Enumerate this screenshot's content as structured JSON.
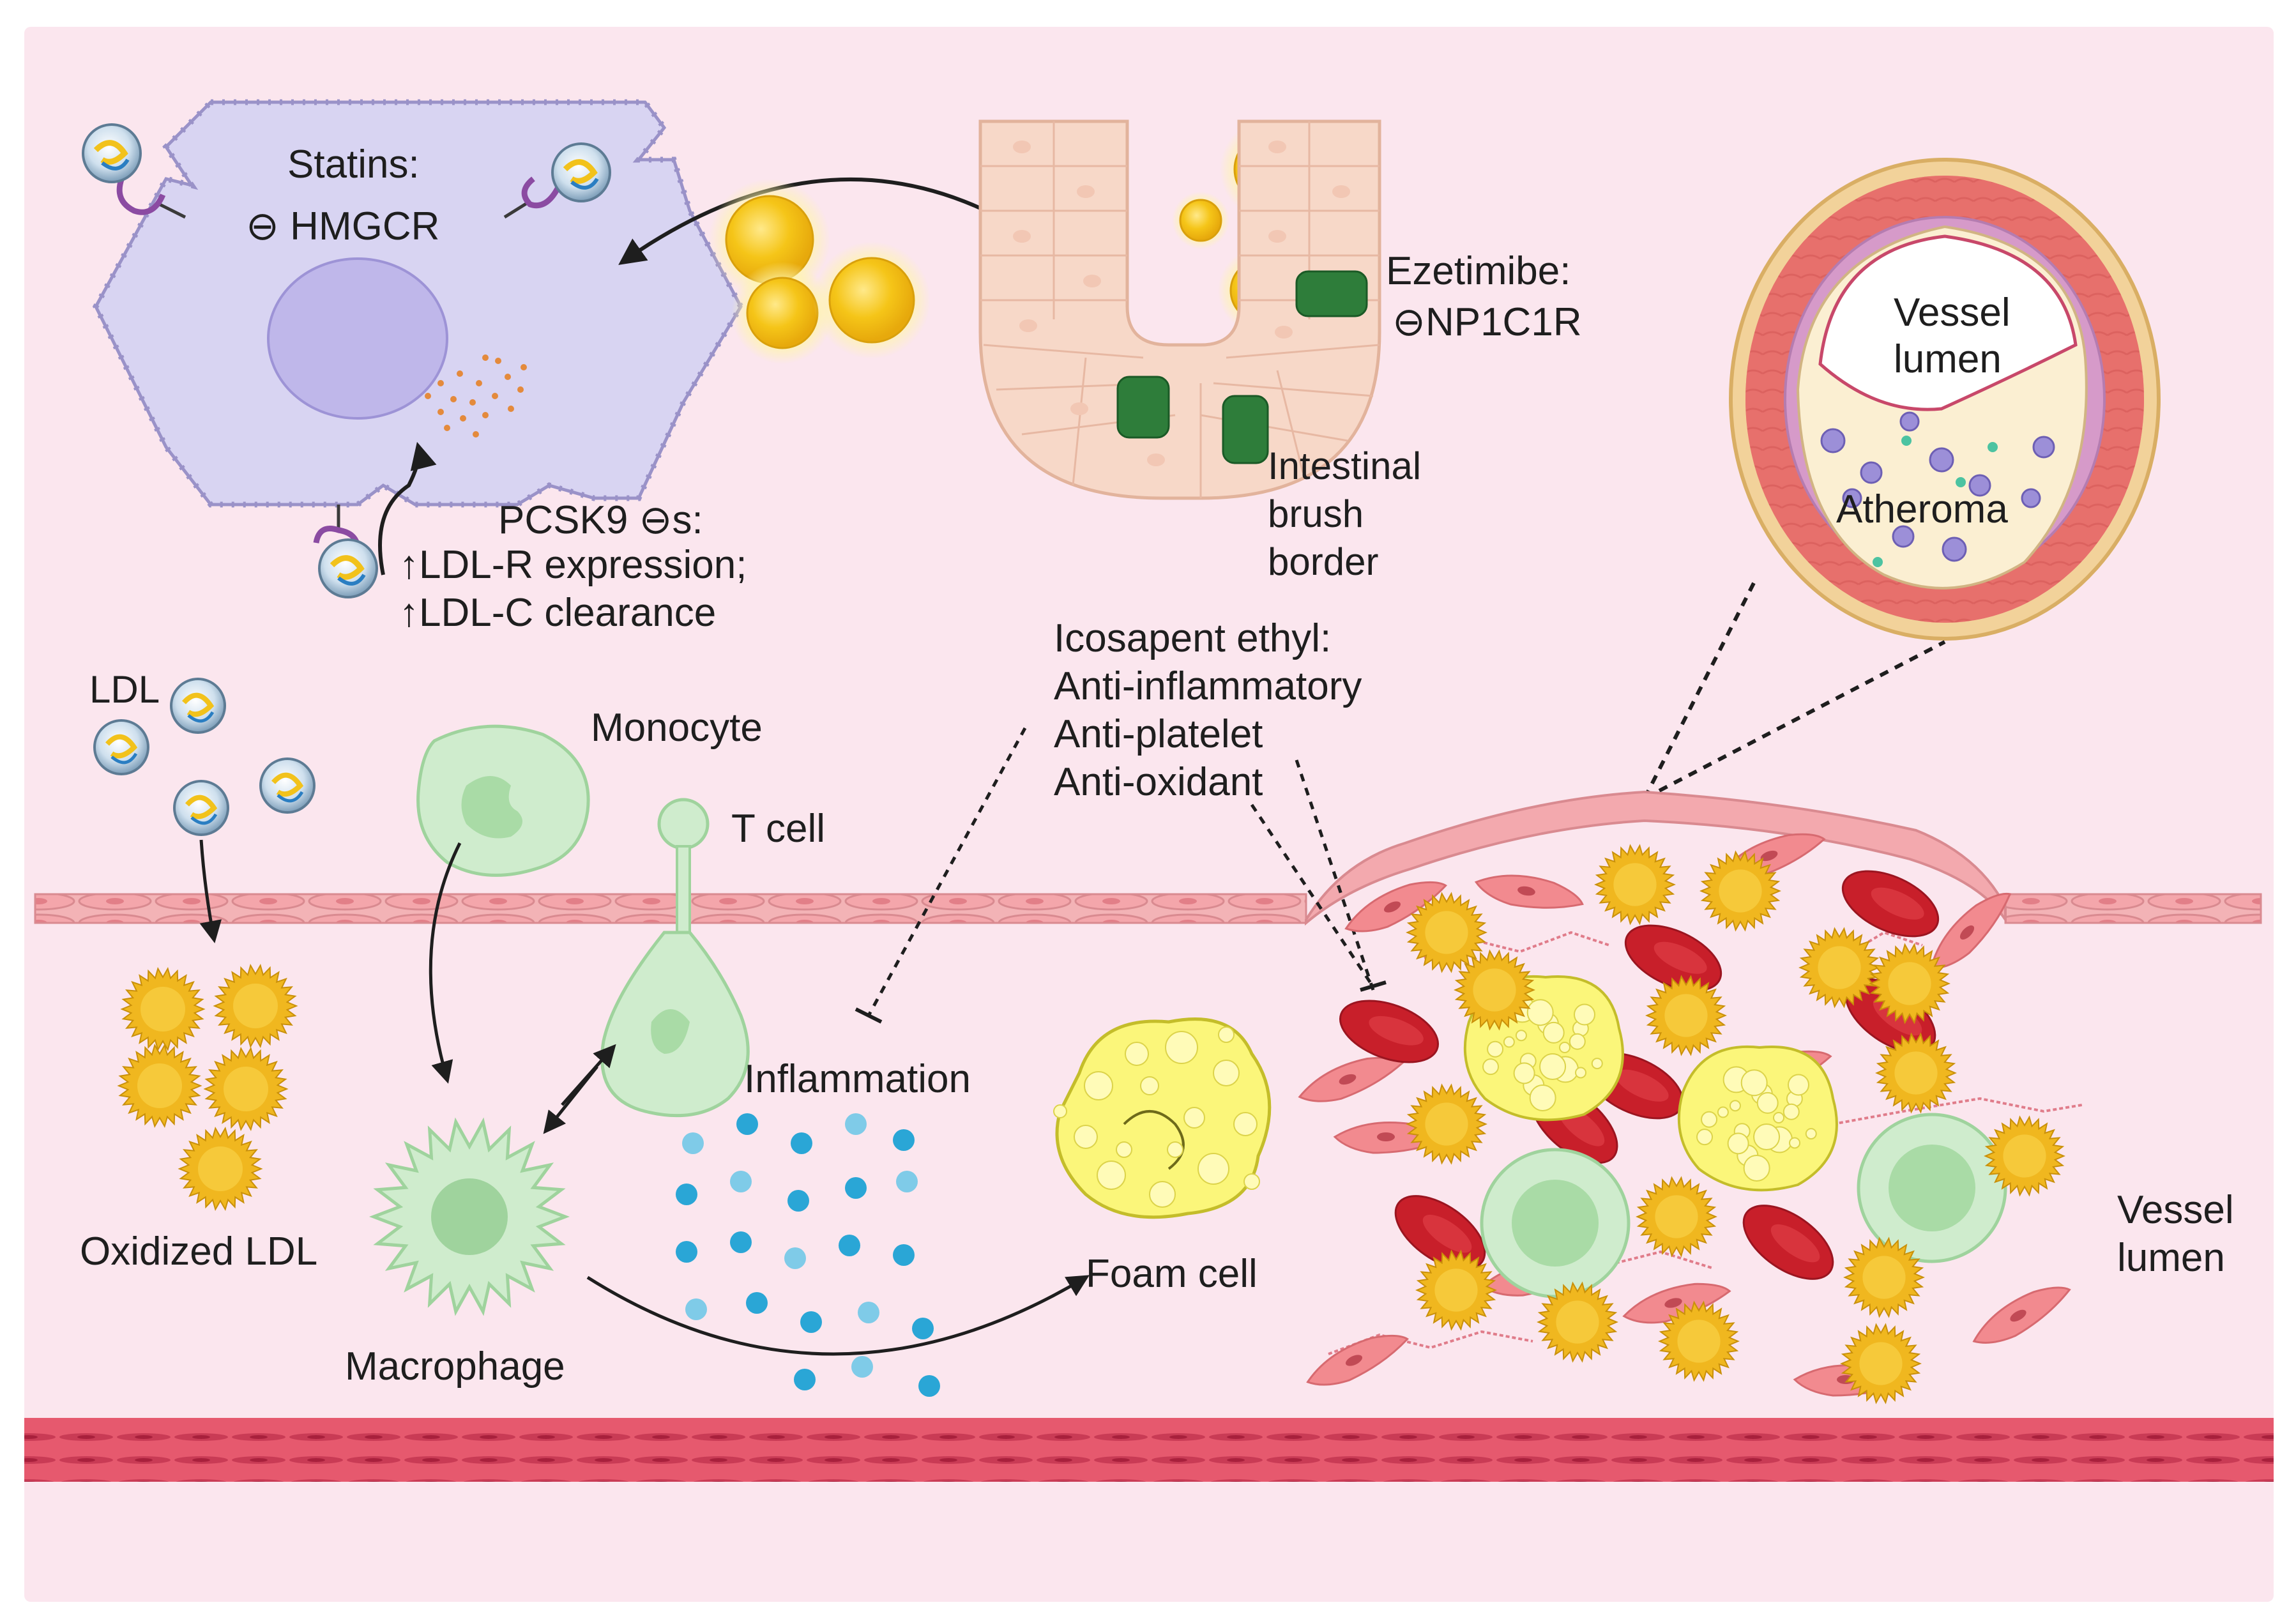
{
  "colors": {
    "background": "#fbe6ee",
    "hepatocyte": "#d8d4f2",
    "hepatocyte_nucleus": "#bfb7ea",
    "ldl_particle": "#f2c21b",
    "intestine": "#f6d7c6",
    "npc1l1": "#2e7d3a",
    "endothelium": "#f3a9ae",
    "smooth_muscle": "#e0566c",
    "red_blood_cell": "#c81f2a",
    "oxidized_ldl": "#f0b71f",
    "monocyte": "#cfeccd",
    "foam_cell": "#fbf67a",
    "cytokine": "#2aa6d6",
    "vessel_wall": "#e96e6b"
  },
  "labels": {
    "statins_title": "Statins:",
    "statins_action": "⊖ HMGCR",
    "ezetimibe_title": "Ezetimibe:",
    "ezetimibe_action": "⊖NP1C1R",
    "intestinal_1": "Intestinal",
    "intestinal_2": "brush",
    "intestinal_3": "border",
    "pcsk9_title": "PCSK9 ⊖s:",
    "pcsk9_line1": "↑LDL-R expression;",
    "pcsk9_line2": "↑LDL-C clearance",
    "vessel_lumen_inset_1": "Vessel",
    "vessel_lumen_inset_2": "lumen",
    "atheroma": "Atheroma",
    "ldl": "LDL",
    "icosapent_title": "Icosapent ethyl:",
    "icosapent_1": "Anti-inflammatory",
    "icosapent_2": "Anti-platelet",
    "icosapent_3": "Anti-oxidant",
    "monocyte": "Monocyte",
    "t_cell": "T cell",
    "inflammation": "Inflammation",
    "oxidized_ldl": "Oxidized LDL",
    "macrophage": "Macrophage",
    "foam_cell": "Foam cell",
    "vessel_lumen_1": "Vessel",
    "vessel_lumen_2": "lumen"
  }
}
